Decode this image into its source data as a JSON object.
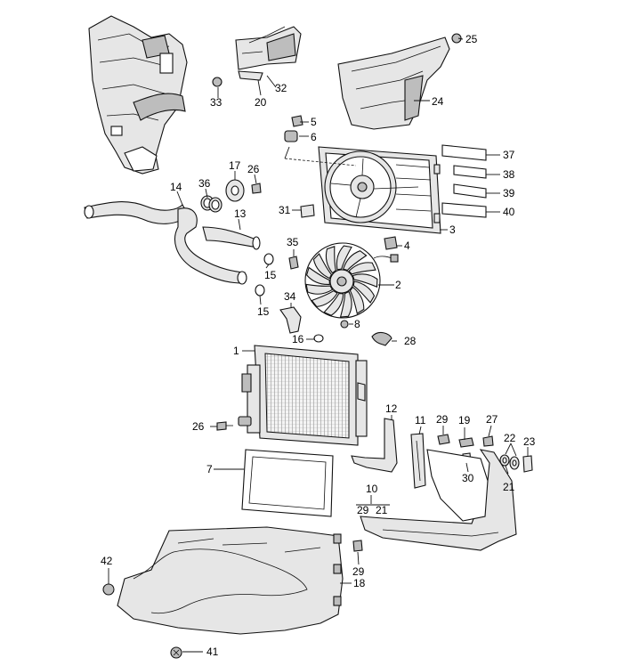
{
  "callouts": [
    {
      "id": "c1",
      "text": "1"
    },
    {
      "id": "c2",
      "text": "2"
    },
    {
      "id": "c3",
      "text": "3"
    },
    {
      "id": "c4",
      "text": "4"
    },
    {
      "id": "c5",
      "text": "5"
    },
    {
      "id": "c6",
      "text": "6"
    },
    {
      "id": "c7",
      "text": "7"
    },
    {
      "id": "c8",
      "text": "8"
    },
    {
      "id": "c10",
      "text": "10"
    },
    {
      "id": "c10_29",
      "text": "29"
    },
    {
      "id": "c10_21",
      "text": "21"
    },
    {
      "id": "c11",
      "text": "11"
    },
    {
      "id": "c12",
      "text": "12"
    },
    {
      "id": "c13",
      "text": "13"
    },
    {
      "id": "c14",
      "text": "14"
    },
    {
      "id": "c15a",
      "text": "15"
    },
    {
      "id": "c15b",
      "text": "15"
    },
    {
      "id": "c16",
      "text": "16"
    },
    {
      "id": "c17",
      "text": "17"
    },
    {
      "id": "c18",
      "text": "18"
    },
    {
      "id": "c19",
      "text": "19"
    },
    {
      "id": "c20",
      "text": "20"
    },
    {
      "id": "c21",
      "text": "21"
    },
    {
      "id": "c22",
      "text": "22"
    },
    {
      "id": "c23",
      "text": "23"
    },
    {
      "id": "c24",
      "text": "24"
    },
    {
      "id": "c25",
      "text": "25"
    },
    {
      "id": "c26a",
      "text": "26"
    },
    {
      "id": "c26b",
      "text": "26"
    },
    {
      "id": "c27",
      "text": "27"
    },
    {
      "id": "c28",
      "text": "28"
    },
    {
      "id": "c29a",
      "text": "29"
    },
    {
      "id": "c29b",
      "text": "29"
    },
    {
      "id": "c30",
      "text": "30"
    },
    {
      "id": "c31",
      "text": "31"
    },
    {
      "id": "c32",
      "text": "32"
    },
    {
      "id": "c33",
      "text": "33"
    },
    {
      "id": "c34",
      "text": "34"
    },
    {
      "id": "c35",
      "text": "35"
    },
    {
      "id": "c36",
      "text": "36"
    },
    {
      "id": "c37",
      "text": "37"
    },
    {
      "id": "c38",
      "text": "38"
    },
    {
      "id": "c39",
      "text": "39"
    },
    {
      "id": "c40",
      "text": "40"
    },
    {
      "id": "c41",
      "text": "41"
    },
    {
      "id": "c42",
      "text": "42"
    }
  ]
}
